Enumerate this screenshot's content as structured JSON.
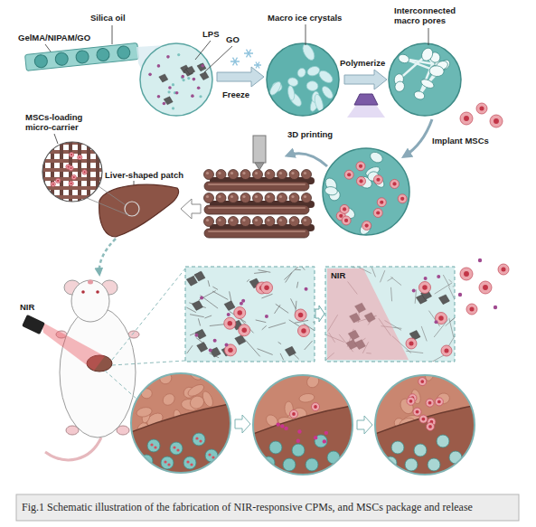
{
  "diagram": {
    "caption": "Fig.1 Schematic illustration of the fabrication of NIR-responsive CPMs, and MSCs package and release",
    "labels": [
      "GelMA/NIPAM/GO",
      "Silica oil",
      "LPS",
      "GO",
      "Macro ice crystals",
      "Interconnected macro pores",
      "Freeze",
      "Polymerize",
      "MSCs-loading micro-carrier",
      "3D printing",
      "Implant MSCs",
      "Liver-shaped patch",
      "NIR",
      "NIR"
    ]
  }
}
